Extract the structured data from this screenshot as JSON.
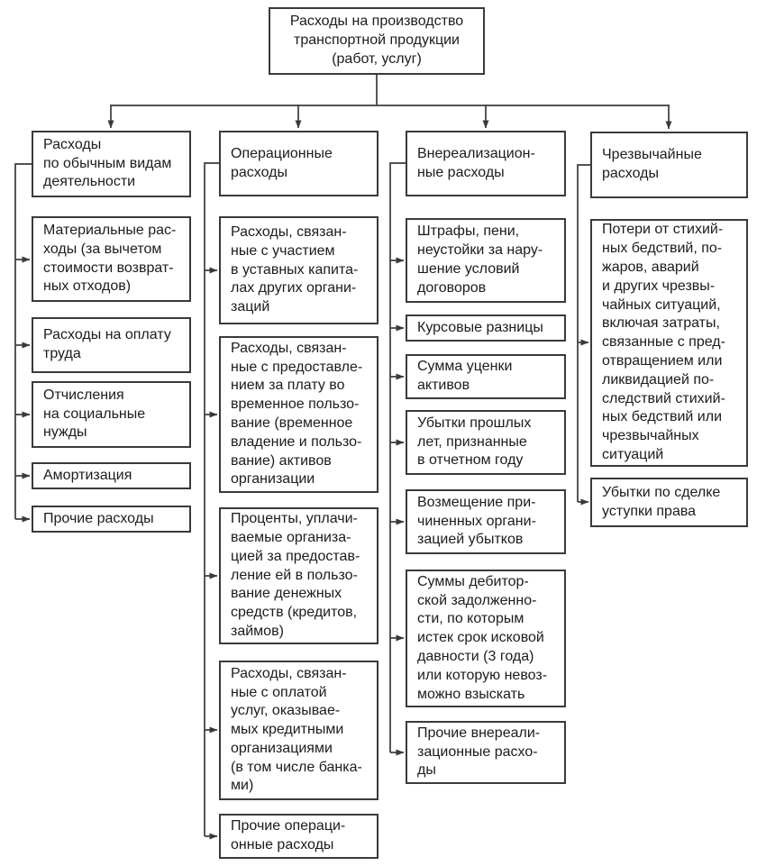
{
  "diagram": {
    "root": {
      "text": "Расходы на производство\nтранспортной продукции\n(работ, услуг)"
    },
    "columns": [
      {
        "header": {
          "text": "Расходы\nпо обычным видам\nдеятельности"
        },
        "children": [
          {
            "text": "Материальные рас-\nходы (за вычетом\nстоимости возврат-\nных отходов)"
          },
          {
            "text": "Расходы на оплату\nтруда"
          },
          {
            "text": "Отчисления\nна социальные\nнужды"
          },
          {
            "text": "Амортизация"
          },
          {
            "text": "Прочие расходы"
          }
        ]
      },
      {
        "header": {
          "text": "Операционные\nрасходы"
        },
        "children": [
          {
            "text": "Расходы, связан-\nные с участием\nв уставных капита-\nлах других органи-\nзаций"
          },
          {
            "text": "Расходы, связан-\nные с предоставле-\nнием за плату во\nвременное пользо-\nвание (временное\nвладение и пользо-\nвание) активов\nорганизации"
          },
          {
            "text": "Проценты, уплачи-\nваемые организа-\nцией за предостав-\nление ей в пользо-\nвание денежных\nсредств (кредитов,\nзаймов)"
          },
          {
            "text": "Расходы, связан-\nные с оплатой\nуслуг, оказывае-\nмых кредитными\nорганизациями\n(в том числе банка-\nми)"
          },
          {
            "text": "Прочие операци-\nонные расходы"
          }
        ]
      },
      {
        "header": {
          "text": "Внереализацион-\nные расходы"
        },
        "children": [
          {
            "text": "Штрафы, пени,\nнеустойки за нару-\nшение условий\nдоговоров"
          },
          {
            "text": "Курсовые разницы"
          },
          {
            "text": "Сумма уценки\nактивов"
          },
          {
            "text": "Убытки прошлых\nлет, признанные\nв отчетном году"
          },
          {
            "text": "Возмещение при-\nчиненных органи-\nзацией убытков"
          },
          {
            "text": "Суммы дебитор-\nской задолженно-\nсти, по которым\nистек срок исковой\nдавности (3 года)\nили которую невоз-\nможно взыскать"
          },
          {
            "text": "Прочие внереали-\nзационные расхо-\nды"
          }
        ]
      },
      {
        "header": {
          "text": "Чрезвычайные\nрасходы"
        },
        "children": [
          {
            "text": "Потери от стихий-\nных бедствий, по-\nжаров, аварий\nи других чрезвы-\nчайных ситуаций,\nвключая затраты,\nсвязанные с пред-\nотвращением или\nликвидацией по-\nследствий стихий-\nных бедствий или\nчрезвычайных\nситуаций"
          },
          {
            "text": "Убытки по сделке\nуступки права"
          }
        ]
      }
    ]
  },
  "colors": {
    "line": "#3a3a3a",
    "text": "#1c1c1c",
    "background": "#ffffff"
  }
}
